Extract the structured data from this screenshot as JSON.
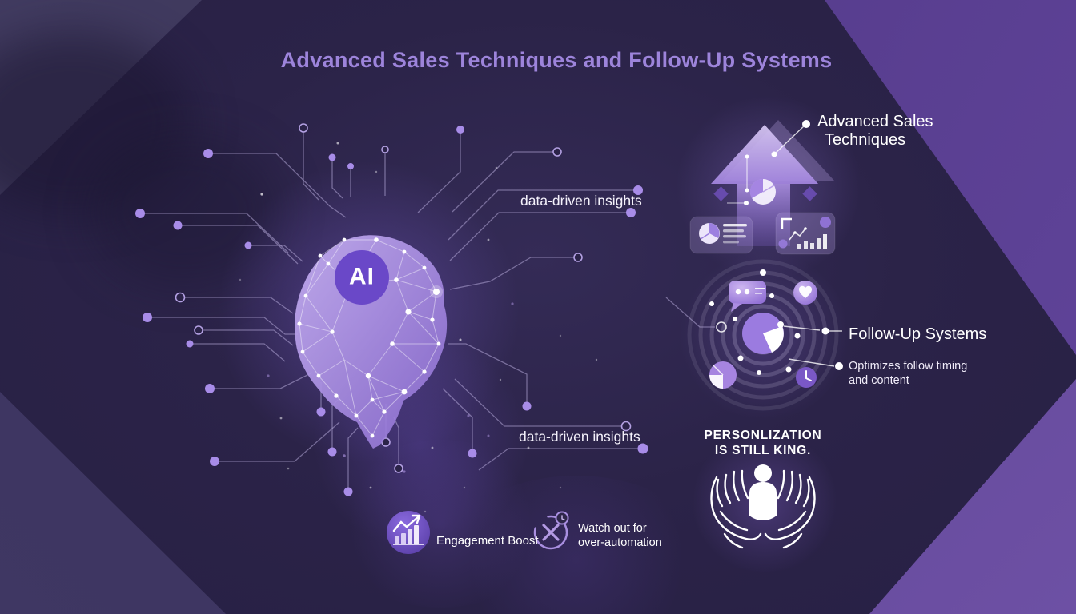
{
  "title": "Advanced Sales Techniques and Follow-Up Systems",
  "ai_brain": {
    "label": "AI"
  },
  "insights": {
    "top_label": "data-driven insights",
    "bottom_label": "data-driven insights"
  },
  "advanced_sales": {
    "line1": "Advanced Sales",
    "line2": "Techniques"
  },
  "follow_up": {
    "title": "Follow-Up Systems",
    "note_line1": "Optimizes follow timing",
    "note_line2": "and content"
  },
  "personalization": {
    "line1": "PERSONLIZATION",
    "line2": "IS STILL KING."
  },
  "footer": {
    "engagement_label": "Engagement Boost",
    "warning_line1": "Watch out for",
    "warning_line2": "over-automation"
  },
  "icons": {
    "ai_brain": "low-poly-brain-with-circuits",
    "growth_arrow": "upward-arrow-with-pie-chart",
    "report_card": "pie-chart-with-text-lines",
    "analytics_card": "rising-bar-chart",
    "orbit": "concentric-rings",
    "chat_bubble": "speech-bubble",
    "heart_badge": "heart-in-circle",
    "pie_badge": "pie-chart",
    "clock_badge": "clock",
    "care_hands": "hands-holding-person",
    "engagement_boost": "bar-chart-trend-in-circle",
    "over_automation": "crossed-circle-with-timer"
  },
  "colors": {
    "background_deep": "#2b2348",
    "corner_bright": "#60449a",
    "title_text": "#9d84db",
    "body_text": "#ffffff",
    "lavender": "#b9a3e6",
    "accent_purple": "#8b68d8",
    "ai_circle": "#6a48c8",
    "trace_dot": "#a88ce8"
  }
}
